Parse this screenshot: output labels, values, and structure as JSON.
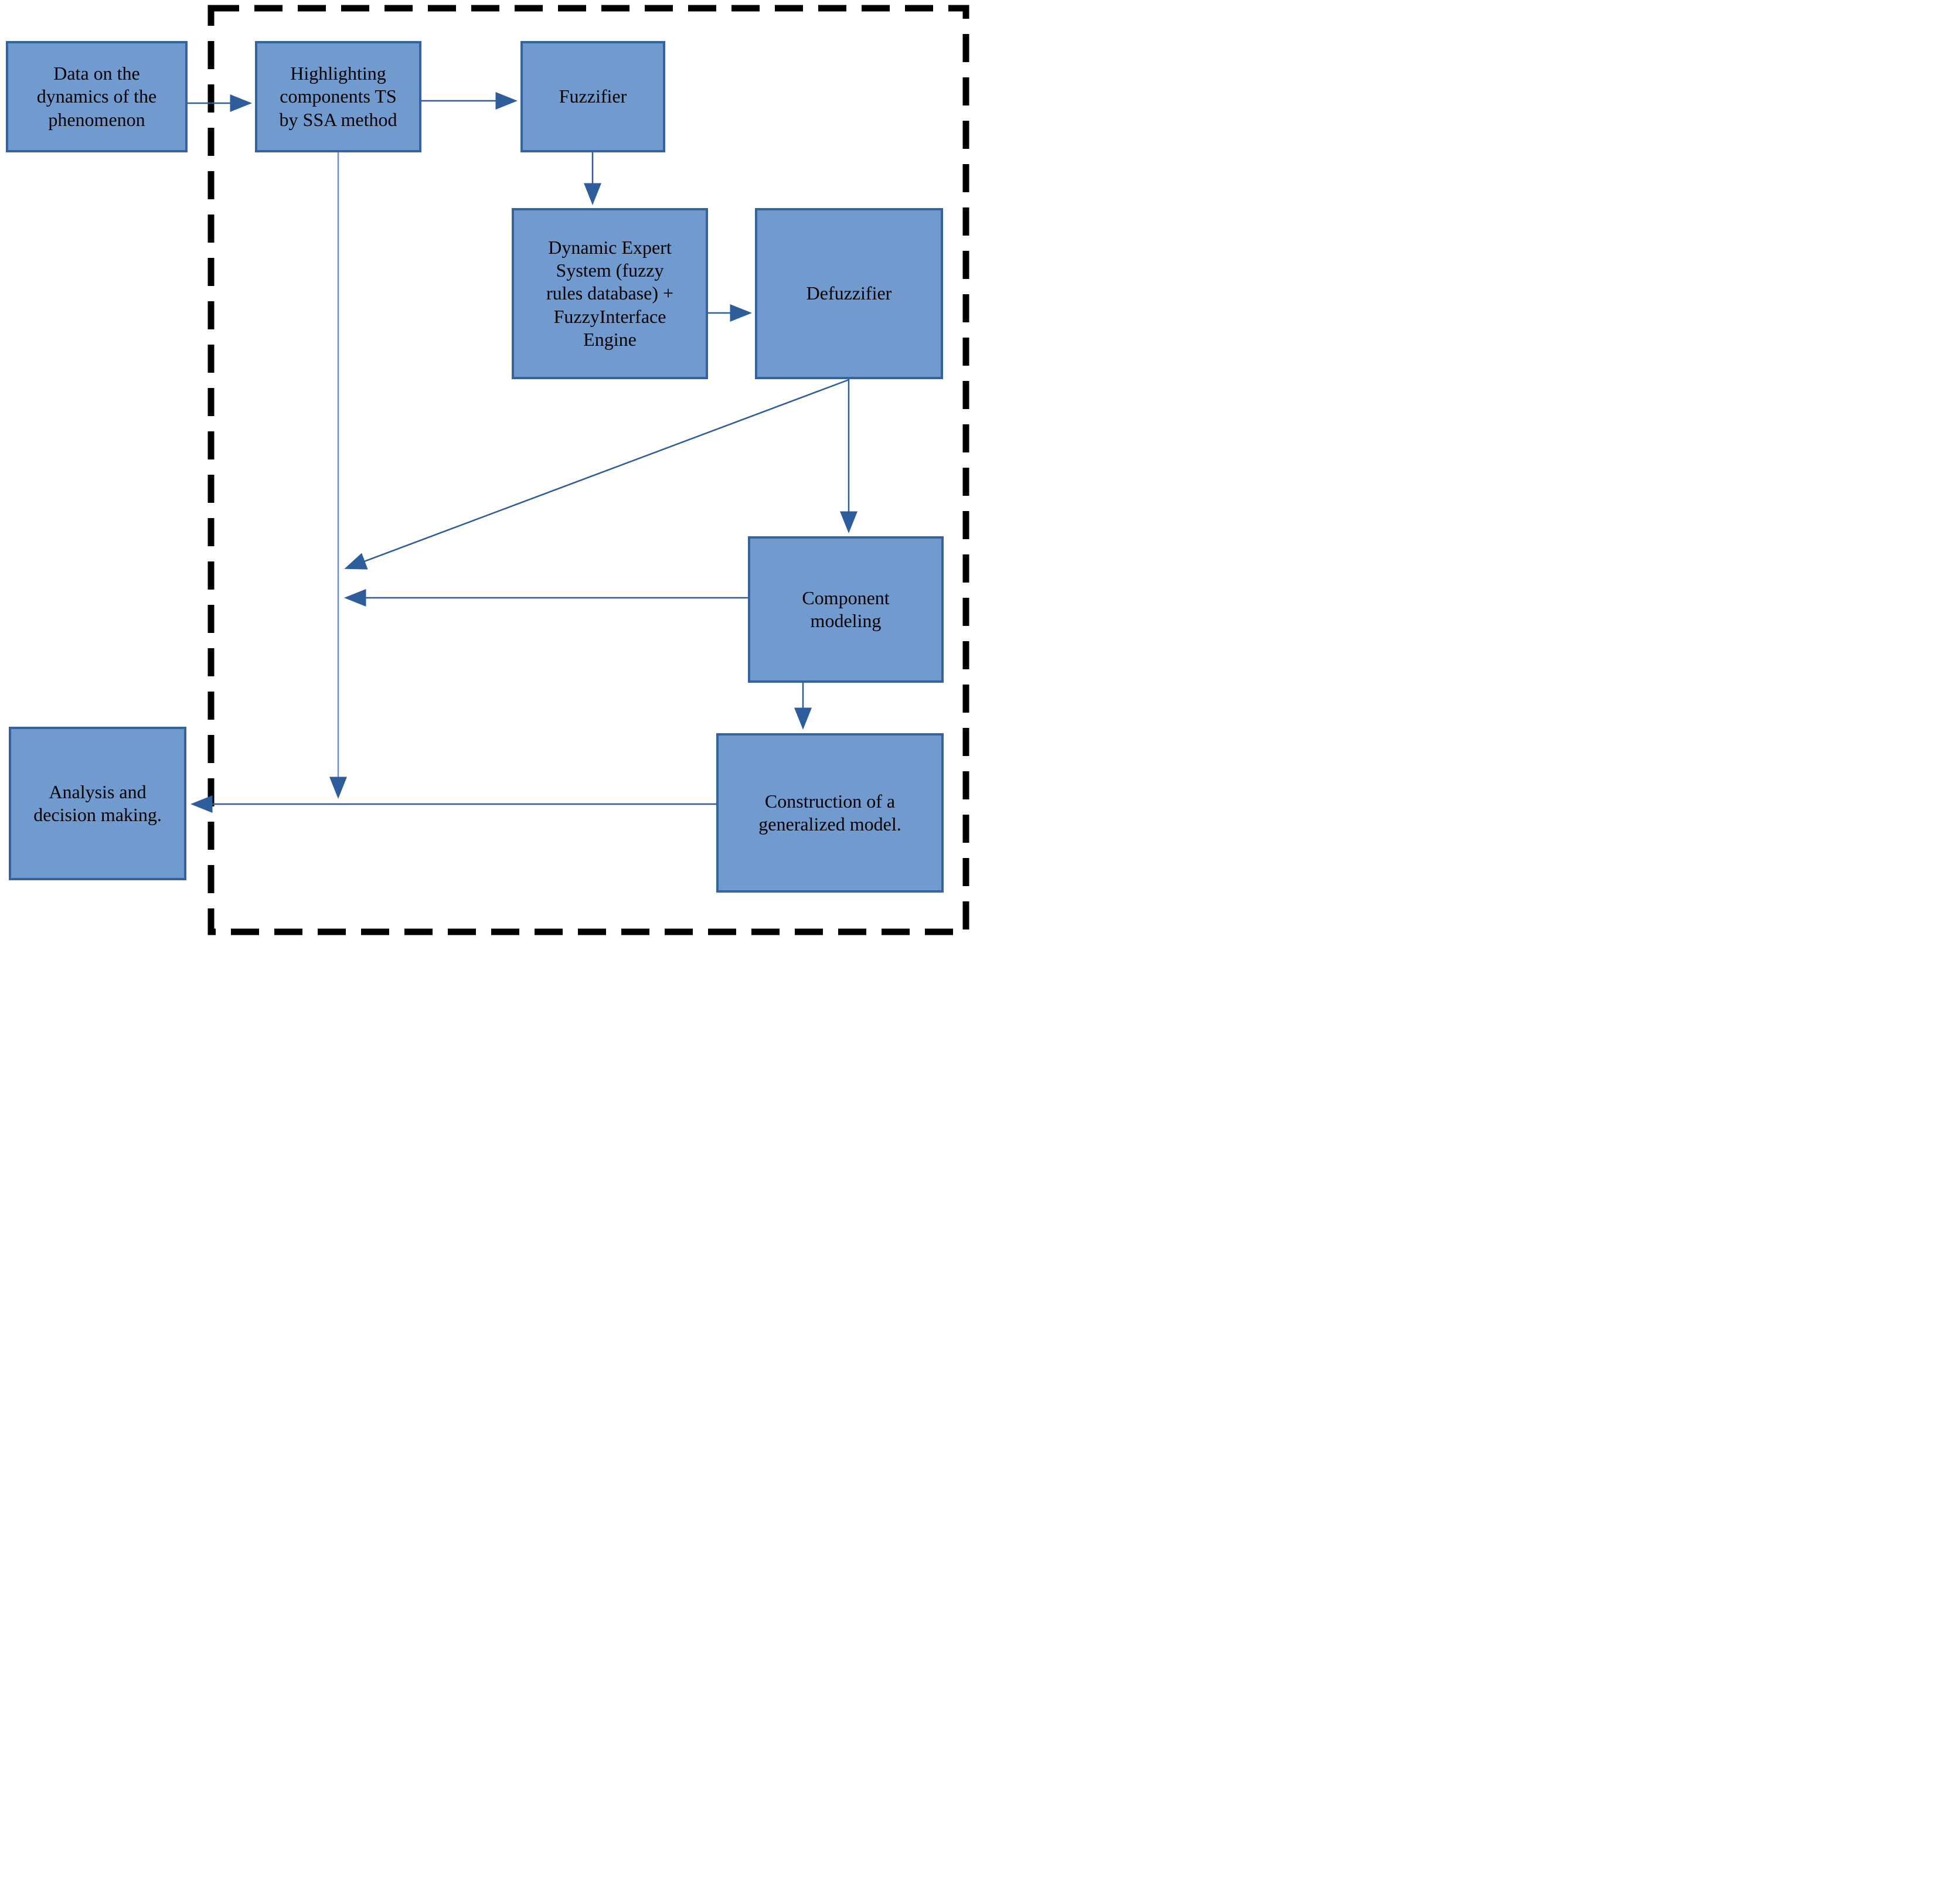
{
  "diagram": {
    "title": "Fuzzy time-series modeling flowchart",
    "colors": {
      "node_fill": "#719ace",
      "node_border": "#35639f",
      "connector": "#2e5d9c",
      "central_line": "#6f8fc2",
      "dashed_frame": "#000000",
      "text": "#000000",
      "background": "#ffffff"
    },
    "nodes": [
      {
        "id": "data",
        "label": "Data on the\ndynamics of the\nphenomenon"
      },
      {
        "id": "highlighting",
        "label": "Highlighting\ncomponents TS\nby SSA method"
      },
      {
        "id": "fuzzifier",
        "label": "Fuzzifier"
      },
      {
        "id": "expert-system",
        "label": "Dynamic Expert\nSystem (fuzzy\nrules database) +\nFuzzyInterface\nEngine"
      },
      {
        "id": "defuzzifier",
        "label": "Defuzzifier"
      },
      {
        "id": "component",
        "label": "Component\nmodeling"
      },
      {
        "id": "construction",
        "label": "Construction of a\ngeneralized model."
      },
      {
        "id": "analysis",
        "label": "Analysis and\ndecision making."
      }
    ],
    "edges": [
      {
        "from": "data",
        "to": "highlighting",
        "style": "arrow-right"
      },
      {
        "from": "highlighting",
        "to": "fuzzifier",
        "style": "arrow-right"
      },
      {
        "from": "fuzzifier",
        "to": "expert-system",
        "style": "arrow-down"
      },
      {
        "from": "expert-system",
        "to": "defuzzifier",
        "style": "arrow-right"
      },
      {
        "from": "defuzzifier",
        "to": "component",
        "style": "arrow-down"
      },
      {
        "from": "defuzzifier",
        "to": "central-vertical-line",
        "style": "diagonal-arrow"
      },
      {
        "from": "component",
        "to": "central-vertical-line",
        "style": "arrow-left"
      },
      {
        "from": "component",
        "to": "construction",
        "style": "arrow-down"
      },
      {
        "from": "construction",
        "to": "analysis",
        "style": "arrow-left"
      },
      {
        "from": "highlighting",
        "to": "construction-analysis-line",
        "style": "arrow-down-central-line"
      }
    ],
    "frame": {
      "style": "thick black dashed rectangle enclosing all nodes except data and analysis"
    }
  }
}
